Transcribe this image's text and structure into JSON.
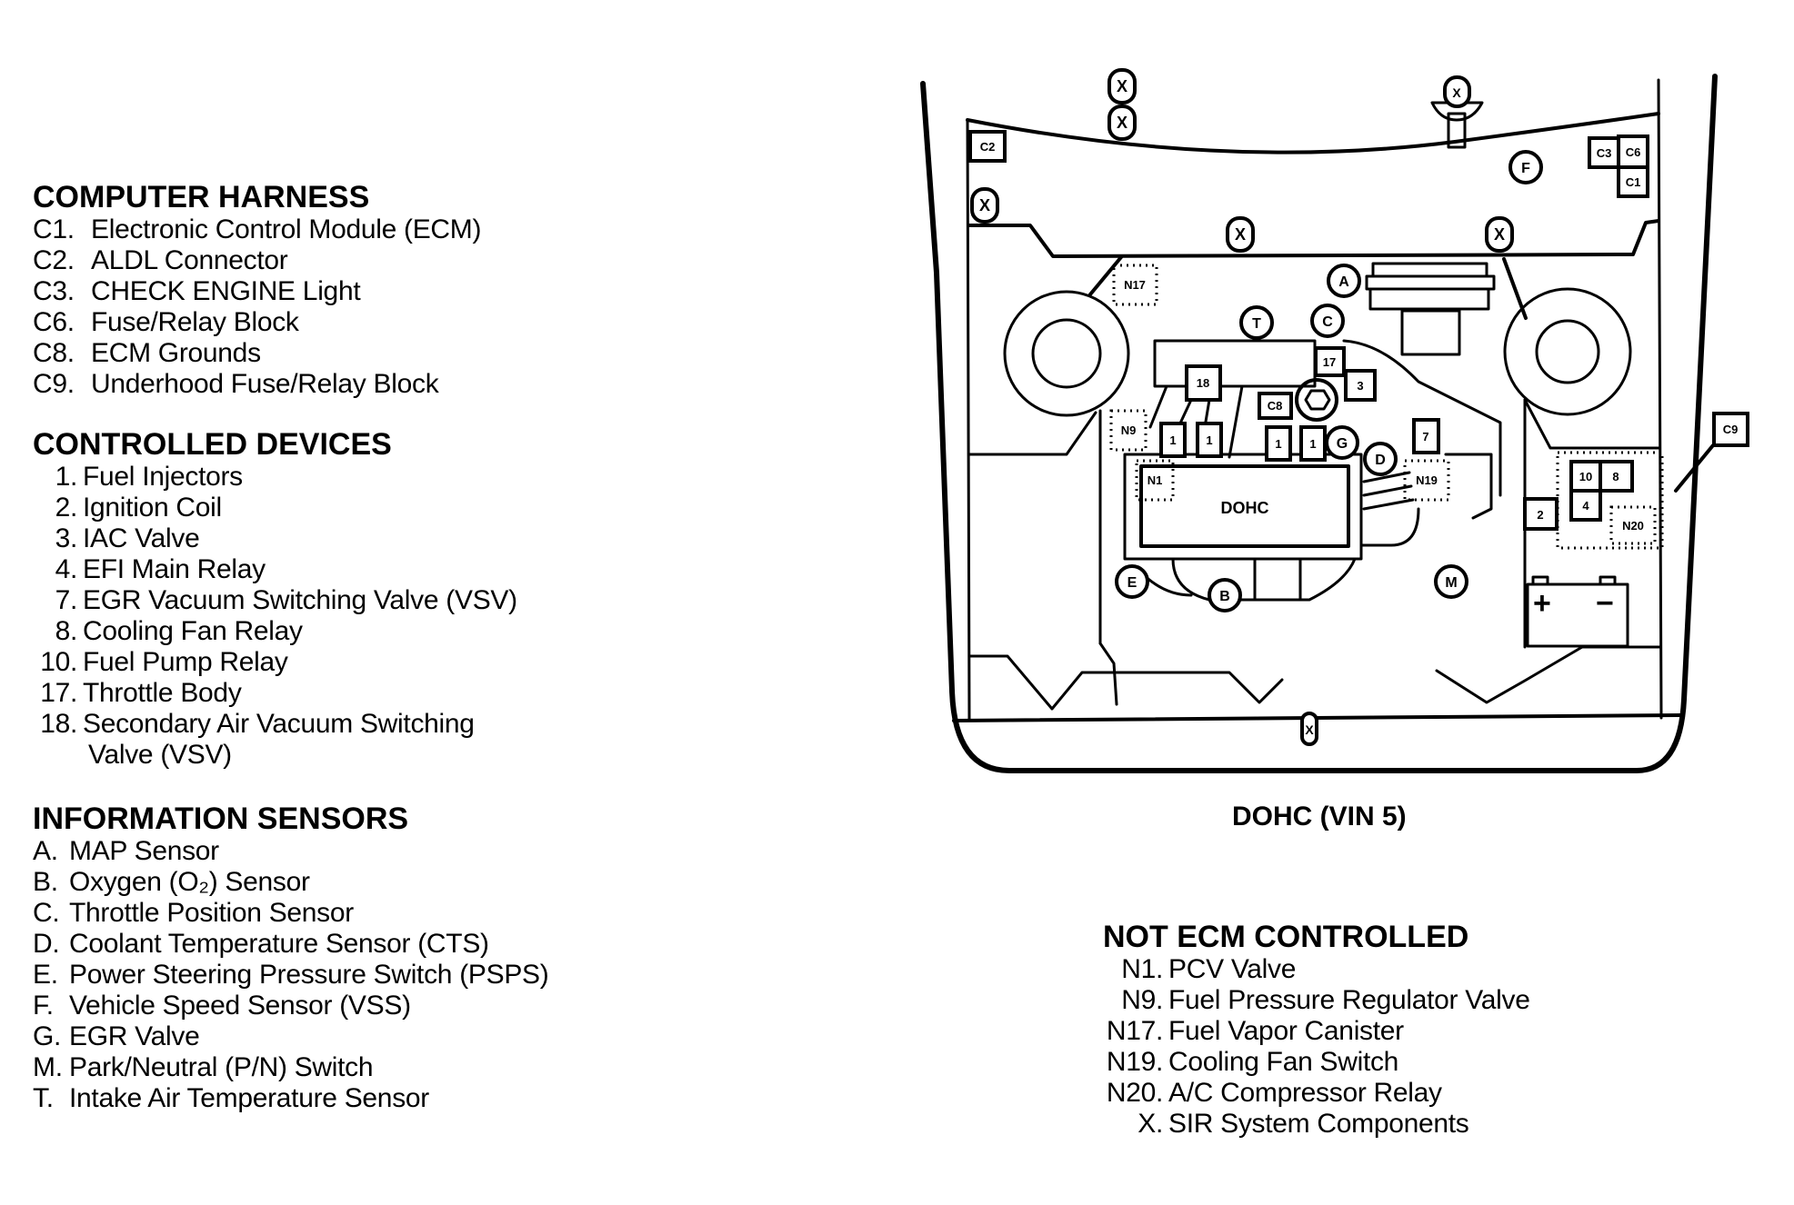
{
  "sections": {
    "computer_harness": {
      "title": "COMPUTER HARNESS",
      "items": [
        {
          "key": "C1.",
          "label": "Electronic Control Module (ECM)"
        },
        {
          "key": "C2.",
          "label": "ALDL Connector"
        },
        {
          "key": "C3.",
          "label": "CHECK ENGINE Light"
        },
        {
          "key": "C6.",
          "label": "Fuse/Relay Block"
        },
        {
          "key": "C8.",
          "label": "ECM Grounds"
        },
        {
          "key": "C9.",
          "label": "Underhood Fuse/Relay Block"
        }
      ]
    },
    "controlled_devices": {
      "title": "CONTROLLED DEVICES",
      "items": [
        {
          "key": "1.",
          "label": "Fuel Injectors"
        },
        {
          "key": "2.",
          "label": "Ignition Coil"
        },
        {
          "key": "3.",
          "label": "IAC Valve"
        },
        {
          "key": "4.",
          "label": "EFI Main Relay"
        },
        {
          "key": "7.",
          "label": "EGR Vacuum Switching Valve (VSV)"
        },
        {
          "key": "8.",
          "label": "Cooling Fan Relay"
        },
        {
          "key": "10.",
          "label": "Fuel Pump Relay"
        },
        {
          "key": "17.",
          "label": "Throttle Body"
        },
        {
          "key": "18.",
          "label": "Secondary Air Vacuum Switching",
          "continuation": "Valve (VSV)"
        }
      ]
    },
    "information_sensors": {
      "title": "INFORMATION SENSORS",
      "items": [
        {
          "key": "A.",
          "label": "MAP Sensor"
        },
        {
          "key": "B.",
          "label": "Oxygen (O₂) Sensor"
        },
        {
          "key": "C.",
          "label": "Throttle Position Sensor"
        },
        {
          "key": "D.",
          "label": "Coolant Temperature Sensor (CTS)"
        },
        {
          "key": "E.",
          "label": "Power Steering Pressure Switch (PSPS)"
        },
        {
          "key": "F.",
          "label": "Vehicle Speed Sensor (VSS)"
        },
        {
          "key": "G.",
          "label": "EGR Valve"
        },
        {
          "key": "M.",
          "label": "Park/Neutral (P/N) Switch"
        },
        {
          "key": "T.",
          "label": "Intake Air Temperature Sensor"
        }
      ]
    },
    "not_ecm_controlled": {
      "title": "NOT ECM CONTROLLED",
      "items": [
        {
          "key": "N1.",
          "label": "PCV Valve"
        },
        {
          "key": "N9.",
          "label": "Fuel Pressure Regulator Valve"
        },
        {
          "key": "N17.",
          "label": "Fuel Vapor Canister"
        },
        {
          "key": "N19.",
          "label": "Cooling Fan Switch"
        },
        {
          "key": "N20.",
          "label": "A/C Compressor Relay"
        },
        {
          "key": "X.",
          "label": "SIR System Components"
        }
      ]
    }
  },
  "diagram": {
    "caption": "DOHC (VIN 5)",
    "engine_label": "DOHC",
    "battery_plus": "+",
    "battery_minus": "−",
    "circle_markers": [
      "A",
      "B",
      "C",
      "D",
      "E",
      "F",
      "G",
      "M",
      "T"
    ],
    "square_markers": [
      "C1",
      "C2",
      "C3",
      "C6",
      "C8",
      "C9",
      "1",
      "1",
      "1",
      "1",
      "2",
      "3",
      "4",
      "7",
      "8",
      "10",
      "17",
      "18"
    ],
    "dotted_markers": [
      "N1",
      "N9",
      "N17",
      "N19",
      "N20"
    ],
    "sir_marker": "X"
  }
}
